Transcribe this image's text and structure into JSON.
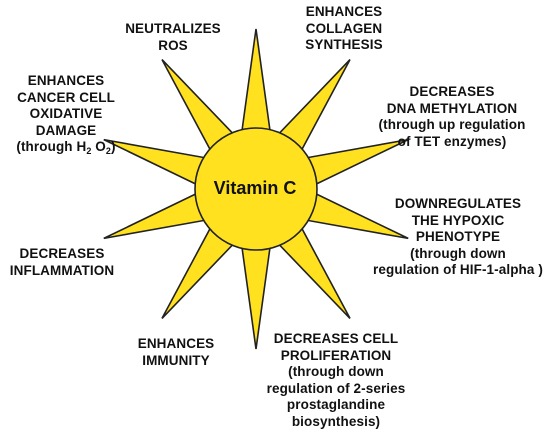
{
  "center": {
    "label": "Vitamin C"
  },
  "colors": {
    "sun_fill": "#FFE11F",
    "sun_stroke": "#222222",
    "text": "#111111",
    "background": "#FFFFFF"
  },
  "effects": {
    "ros": {
      "lines": [
        "NEUTRALIZES",
        "ROS"
      ]
    },
    "collagen": {
      "lines": [
        "ENHANCES",
        "COLLAGEN",
        "SYNTHESIS"
      ]
    },
    "dna": {
      "lines": [
        "DECREASES",
        "DNA METHYLATION",
        "(through up regulation",
        "of TET enzymes)"
      ]
    },
    "cancer": {
      "lines": [
        "ENHANCES",
        "CANCER CELL",
        "OXIDATIVE",
        "DAMAGE"
      ],
      "via_prefix": "(through H",
      "via_h_sub": "2",
      "via_o": " O",
      "via_o_sub": "2",
      "via_suffix": ")"
    },
    "hypoxic": {
      "lines": [
        "DOWNREGULATES",
        "THE HYPOXIC",
        "PHENOTYPE",
        "(through down",
        "regulation of HIF-1-alpha  )"
      ]
    },
    "inflammation": {
      "lines": [
        "DECREASES",
        "INFLAMMATION"
      ]
    },
    "immunity": {
      "lines": [
        "ENHANCES",
        "IMMUNITY"
      ]
    },
    "proliferation": {
      "lines": [
        "DECREASES CELL",
        "PROLIFERATION",
        "(through down",
        "regulation of 2-series",
        "prostaglandine",
        "biosynthesis)"
      ]
    }
  }
}
